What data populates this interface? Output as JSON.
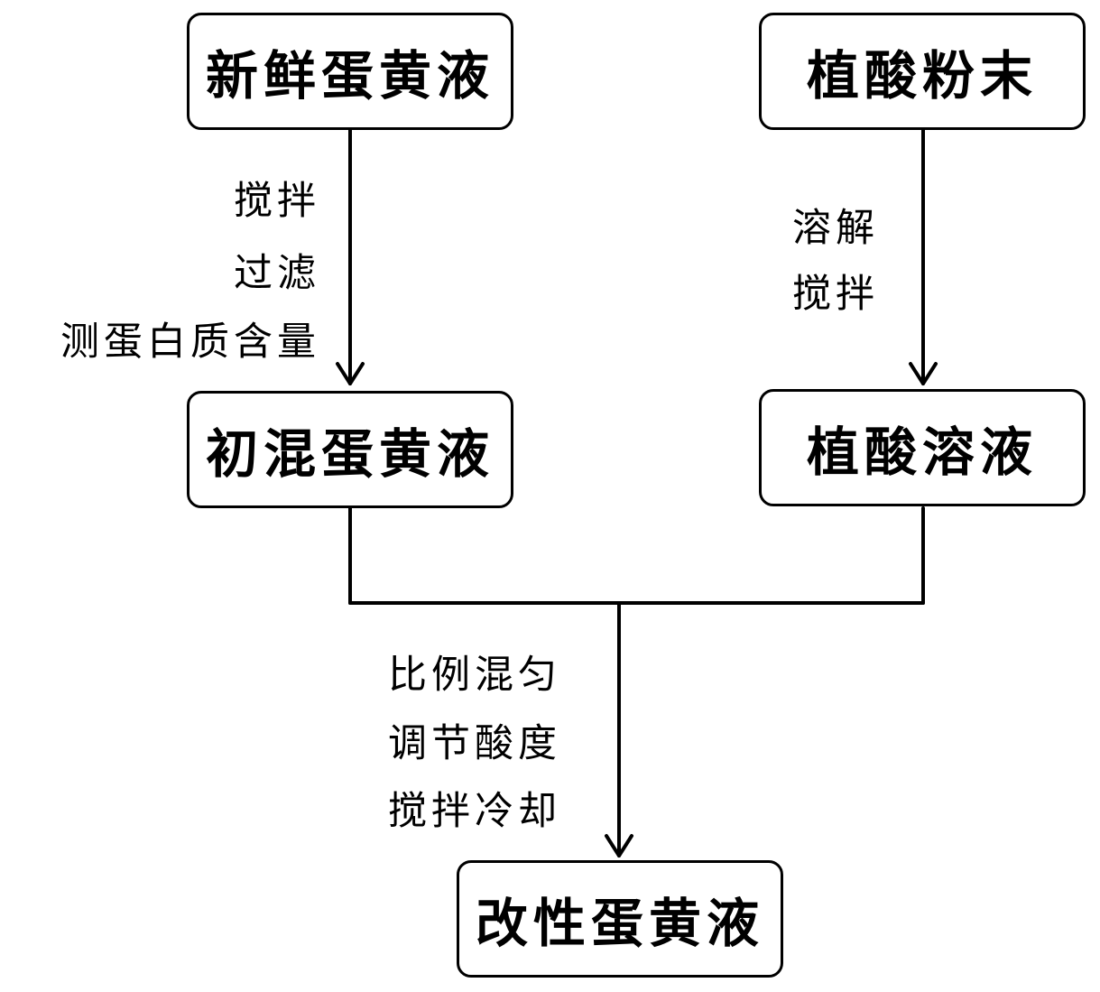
{
  "nodes": {
    "fresh_yolk": "新鲜蛋黄液",
    "phytic_powder": "植酸粉末",
    "premix_yolk": "初混蛋黄液",
    "phytic_solution": "植酸溶液",
    "modified_yolk": "改性蛋黄液"
  },
  "steps": {
    "left": [
      "搅拌",
      "过滤",
      "测蛋白质含量"
    ],
    "right": [
      "溶解",
      "搅拌"
    ],
    "bottom": [
      "比例混匀",
      "调节酸度",
      "搅拌冷却"
    ]
  }
}
